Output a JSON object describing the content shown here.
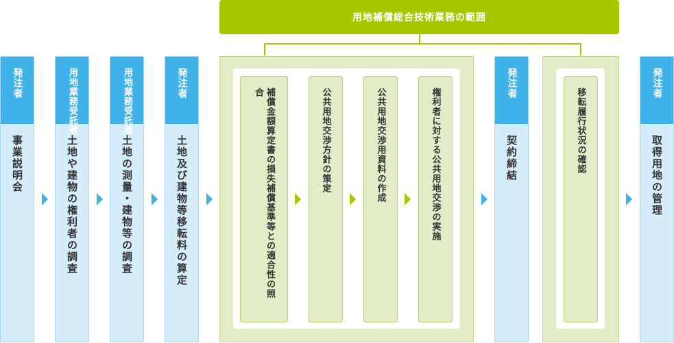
{
  "title": "用地補償総合技術業務の範囲",
  "steps": [
    {
      "head": "発注者",
      "body": "事業説明会"
    },
    {
      "head": "用地業務受託者",
      "body": "土地や建物の権利者の調査"
    },
    {
      "head": "用地業務受託者",
      "body": "土地の測量・建物等の調査"
    },
    {
      "head": "発注者",
      "body": "土地及び建物等移転料の算定"
    },
    {
      "head": "発注者",
      "body": "契約締結"
    },
    {
      "head": "発注者",
      "body": "取得用地の管理"
    }
  ],
  "scope_tasks": [
    "補償金額算定書の損失補償基準等との適合性の照合",
    "公共用地交渉方針の策定",
    "公共用地交渉用資料の作成",
    "権利者に対する公共用地交渉の実施"
  ],
  "scope_task_after_contract": "移転履行状況の確認",
  "colors": {
    "accent_green": "#a6c800",
    "accent_blue": "#3fb2ea",
    "light_blue": "#d5ecfa",
    "light_green": "#e2edc7"
  }
}
